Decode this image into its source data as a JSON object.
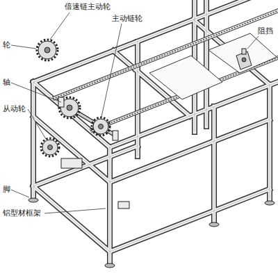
{
  "diagram": {
    "labels": [
      "倍速链主动轮",
      "主动链轮",
      "阻挡",
      "轮",
      "轴",
      "从动轮",
      "脚",
      "铝型材框架"
    ]
  }
}
